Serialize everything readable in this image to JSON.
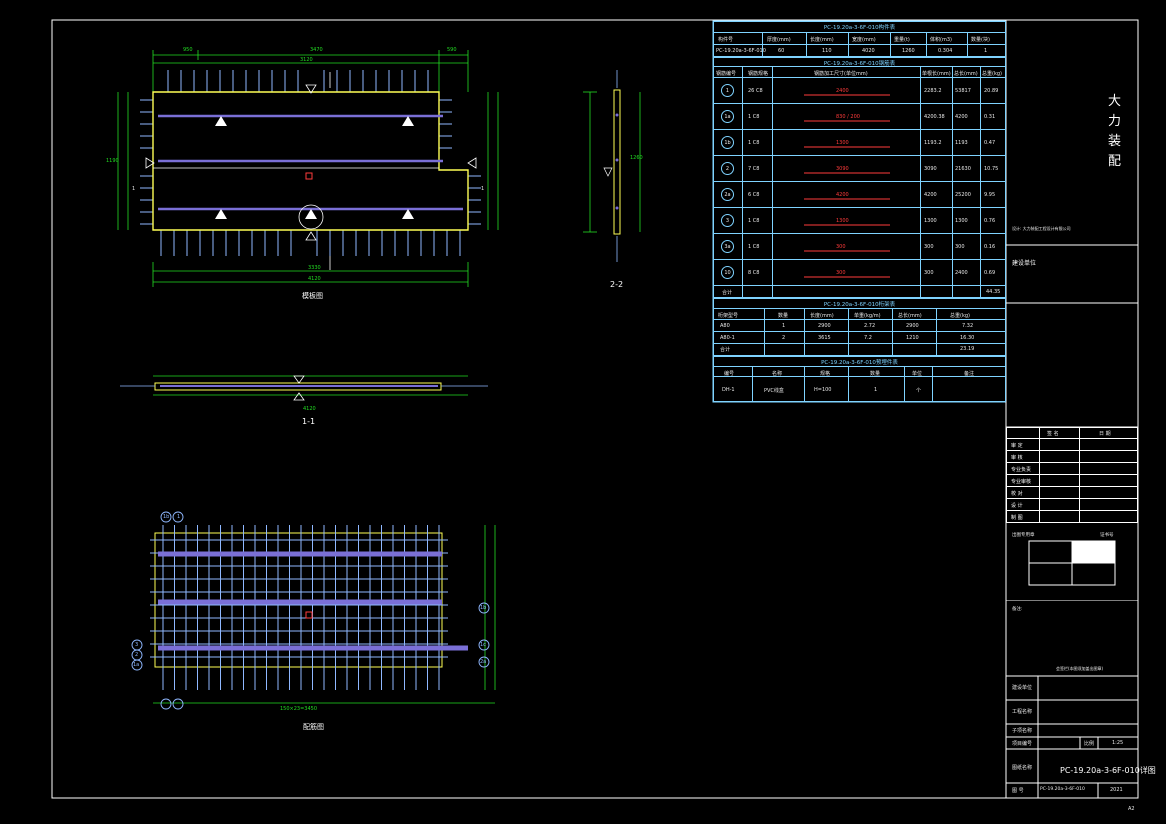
{
  "drawing": {
    "plan_view_label": "模板图",
    "section_1_label": "1-1",
    "section_2_label": "2-2",
    "rebar_view_label": "配筋图",
    "dims_top": [
      "950",
      "3470",
      "590"
    ],
    "dim_overall_top": "3120",
    "dim_overall_bottom": "3330",
    "dim_bottom": "4120",
    "dim_left": "1190",
    "dim_section_1": "4120",
    "dim_section_2": "1260",
    "rebar_dim": "150×23=3450",
    "section_marks": [
      "1",
      "1"
    ],
    "rebar_tags_left": [
      "1b",
      "1",
      "3",
      "2",
      "1a"
    ],
    "rebar_tags_right": [
      "1b",
      "1c",
      "2a"
    ]
  },
  "table1": {
    "title": "PC-19.20a-3-6F-010构件表",
    "headers": [
      "构件号",
      "厚度(mm)",
      "长度(mm)",
      "宽度(mm)",
      "重量(t)",
      "体积(m3)",
      "数量(块)"
    ],
    "row": [
      "PC-19.20a-3-6F-010",
      "60",
      "110",
      "4020",
      "1260",
      "0.304",
      "1"
    ]
  },
  "table2": {
    "title": "PC-19.20a-3-6F-010钢筋表",
    "headers": [
      "钢筋编号",
      "钢筋规格",
      "钢筋加工尺寸(单位mm)",
      "单根长(mm)",
      "总长(mm)",
      "总重(kg)"
    ],
    "rows": [
      {
        "no": "1",
        "spec": "26 C8",
        "shape": "2400",
        "len": "2283.2",
        "total": "53817",
        "wt": "20.89"
      },
      {
        "no": "1a",
        "spec": "1 C8",
        "shape": "830 / 200",
        "len": "4200.38",
        "total": "4200",
        "wt": "0.31"
      },
      {
        "no": "1b",
        "spec": "1 C8",
        "shape": "1300",
        "len": "1193.2",
        "total": "1193",
        "wt": "0.47"
      },
      {
        "no": "2",
        "spec": "7 C8",
        "shape": "3090",
        "len": "3090",
        "total": "21630",
        "wt": "10.75"
      },
      {
        "no": "2a",
        "spec": "6 C8",
        "shape": "4200",
        "len": "4200",
        "total": "25200",
        "wt": "9.95"
      },
      {
        "no": "3",
        "spec": "1 C8",
        "shape": "1300",
        "len": "1300",
        "total": "1300",
        "wt": "0.76"
      },
      {
        "no": "3a",
        "spec": "1 C8",
        "shape": "300",
        "len": "300",
        "total": "300",
        "wt": "0.16"
      },
      {
        "no": "10",
        "spec": "8 C8",
        "shape": "300",
        "len": "300",
        "total": "2400",
        "wt": "0.69"
      }
    ],
    "total_label": "合计",
    "total_value": "44.35"
  },
  "table3": {
    "title": "PC-19.20a-3-6F-010桁架表",
    "headers": [
      "桁架型号",
      "数量",
      "长度(mm)",
      "单重(kg/m)",
      "总长(mm)",
      "总重(kg)"
    ],
    "rows": [
      [
        "A80",
        "1",
        "2900",
        "2.72",
        "2900",
        "7.32"
      ],
      [
        "A80-1",
        "2",
        "3615",
        "7.2",
        "1210",
        "16.30"
      ]
    ],
    "total_label": "合计",
    "total_value": "23.19"
  },
  "table4": {
    "title": "PC-19.20a-3-6F-010预埋件表",
    "headers": [
      "编号",
      "名称",
      "规格",
      "数量",
      "单位",
      "备注"
    ],
    "row": [
      "DH-1",
      "PVC线盒",
      "H=100",
      "1",
      "个",
      ""
    ]
  },
  "titleblock": {
    "company": "大力装配",
    "project_small": "设计: 大力装配工程设计有限公司",
    "stage": "建设单位",
    "sign_headers": [
      "签 名",
      "日 期"
    ],
    "roles": [
      "审 定",
      "审 核",
      "专业负责",
      "专业审核",
      "校 对",
      "设 计",
      "制 图"
    ],
    "stamp_label": "出图专用章",
    "stamp_code": "证书号",
    "note_label": "备注:",
    "note_text": "会签栏(本图须加盖出图章)",
    "fields": [
      "建设单位",
      "工程名称",
      "子项名称",
      "项目编号"
    ],
    "scale_label": "比例",
    "scale_value": "1:25",
    "drawing_title_label": "图纸名称",
    "drawing_title": "PC-19.20a-3-6F-010详图",
    "sheet_label": "图 号",
    "sheet_value": "PC-19.20a-3-6F-010",
    "date_value": "2021",
    "corner": "A2"
  },
  "colors": {
    "border": "#ffffff",
    "table": "#7fd3ff",
    "panel_outline": "#ffff55",
    "rebar": "#8fb8ff",
    "truss": "#7a6fd6",
    "dims": "#22dd22",
    "accent_red": "#ff3b3b"
  }
}
